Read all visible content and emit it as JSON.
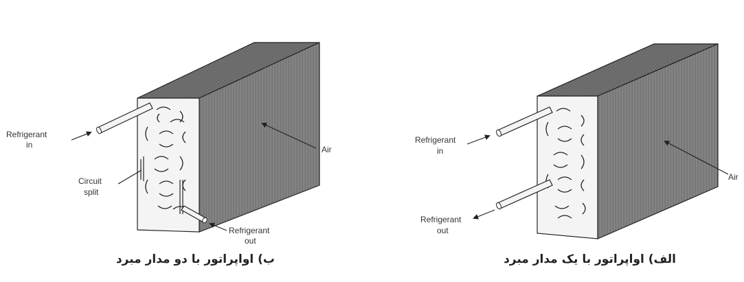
{
  "panels": [
    {
      "id": "two-circuit",
      "caption": "ب) اواپراتور با دو مدار مبرد",
      "labels": {
        "refrigerant_in_1": "Refrigerant",
        "refrigerant_in_2": "in",
        "circuit_split_1": "Circuit",
        "circuit_split_2": "split",
        "refrigerant_out_1": "Refrigerant",
        "refrigerant_out_2": "out",
        "air": "Air"
      }
    },
    {
      "id": "one-circuit",
      "caption": "الف) اواپراتور با یک مدار مبرد",
      "labels": {
        "refrigerant_in_1": "Refrigerant",
        "refrigerant_in_2": "in",
        "refrigerant_out_1": "Refrigerant",
        "refrigerant_out_2": "out",
        "air": "Air"
      }
    }
  ],
  "colors": {
    "fin_face": "#7a7a7a",
    "top_face": "#6e6e6e",
    "tube_face": "#f4f4f4",
    "outline": "#222222"
  }
}
